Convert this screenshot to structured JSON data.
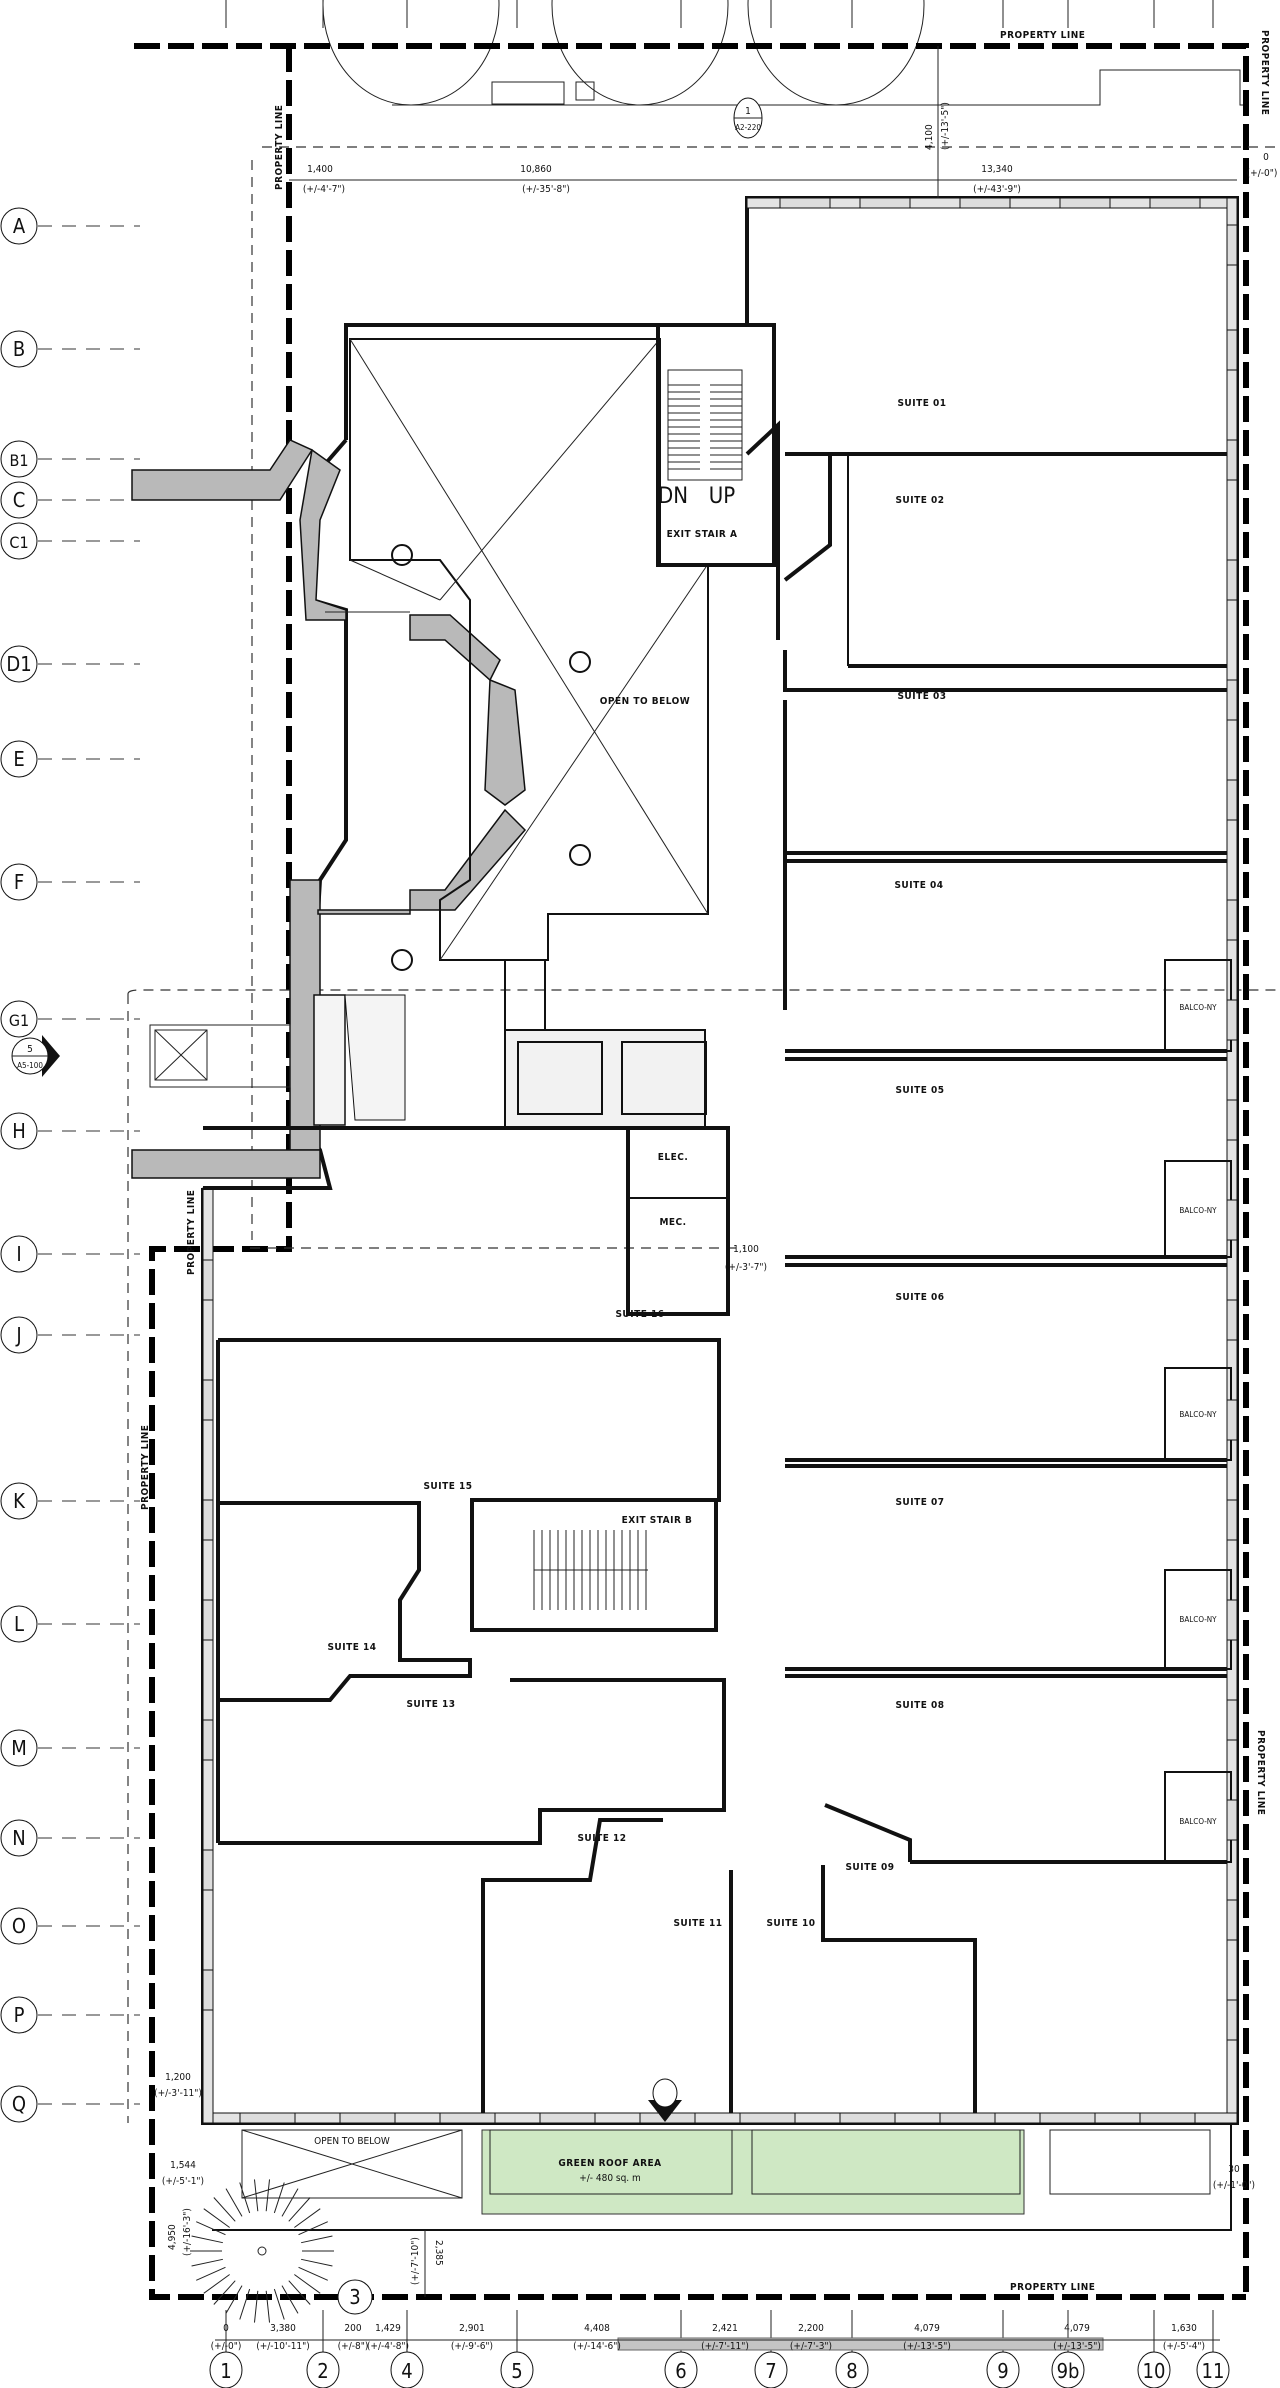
{
  "grid": {
    "rows": [
      "A",
      "B",
      "B1",
      "C",
      "C1",
      "D1",
      "E",
      "F",
      "G1",
      "H",
      "I",
      "J",
      "K",
      "L",
      "M",
      "N",
      "O",
      "P",
      "Q"
    ],
    "columns": [
      "1",
      "2",
      "4",
      "5",
      "6",
      "7",
      "8",
      "9",
      "9b",
      "10",
      "11"
    ]
  },
  "rooms": {
    "suite_01": "SUITE 01",
    "suite_02": "SUITE 02",
    "suite_03": "SUITE 03",
    "suite_04": "SUITE 04",
    "suite_05": "SUITE 05",
    "suite_06": "SUITE 06",
    "suite_07": "SUITE 07",
    "suite_08": "SUITE 08",
    "suite_09": "SUITE 09",
    "suite_10": "SUITE 10",
    "suite_11": "SUITE 11",
    "suite_12": "SUITE 12",
    "suite_13": "SUITE 13",
    "suite_14": "SUITE 14",
    "suite_15": "SUITE 15",
    "suite_16": "SUITE 16",
    "exit_stair_a": "EXIT STAIR A",
    "exit_stair_b": "EXIT STAIR B",
    "open_to_below": "OPEN TO BELOW",
    "open_to_below_small": "OPEN TO BELOW",
    "elec": "ELEC.",
    "mec": "MEC.",
    "balcony": "BALCO-NY",
    "dn": "DN",
    "up": "UP",
    "green_roof": "GREEN ROOF AREA",
    "green_roof_area": "+/- 480 sq. m"
  },
  "property_line": "PROPERTY LINE",
  "section_markers": {
    "top": {
      "num": "1",
      "sheet": "A2-220"
    },
    "left": {
      "num": "5",
      "sheet": "A5-100"
    },
    "bottom": {
      "num": "3"
    }
  },
  "dimensions": {
    "top": [
      {
        "value": "1,400",
        "imperial": "(+/-4'-7\")"
      },
      {
        "value": "10,860",
        "imperial": "(+/-35'-8\")"
      },
      {
        "value": "13,340",
        "imperial": "(+/-43'-9\")"
      }
    ],
    "top_right": {
      "value": "0",
      "imperial": "(+/-0\")"
    },
    "setback_top": {
      "value": "4,100",
      "imperial": "(+/-13'-5\")"
    },
    "corridor": {
      "value": "1,100",
      "imperial": "(+/-3'-7\")"
    },
    "left_q": {
      "value": "1,200",
      "imperial": "(+/-3'-11\")"
    },
    "left_bottom": {
      "value": "1,544",
      "imperial": "(+/-5'-1\")"
    },
    "left_vertical": {
      "value": "4,950",
      "imperial": "(+/-16'-3\")"
    },
    "mid_vertical": {
      "value": "2,385",
      "imperial": "(+/-7'-10\")"
    },
    "right_bottom": {
      "value": "30",
      "imperial": "(+/-1'-0\")"
    },
    "bottom": [
      {
        "value": "0",
        "imperial": "(+/-0\")"
      },
      {
        "value": "3,380",
        "imperial": "(+/-10'-11\")"
      },
      {
        "value": "200",
        "imperial": "(+/-8\")"
      },
      {
        "value": "1,429",
        "imperial": "(+/-4'-8\")"
      },
      {
        "value": "2,901",
        "imperial": "(+/-9'-6\")"
      },
      {
        "value": "4,408",
        "imperial": "(+/-14'-6\")"
      },
      {
        "value": "2,421",
        "imperial": "(+/-7'-11\")"
      },
      {
        "value": "2,200",
        "imperial": "(+/-7'-3\")"
      },
      {
        "value": "4,079",
        "imperial": "(+/-13'-5\")"
      },
      {
        "value": "4,079",
        "imperial": "(+/-13'-5\")"
      },
      {
        "value": "1,630",
        "imperial": "(+/-5'-4\")"
      }
    ]
  },
  "colors": {
    "green_roof": "#cfe8c4",
    "wall_fill": "#b9b9b9",
    "line": "#111111"
  }
}
